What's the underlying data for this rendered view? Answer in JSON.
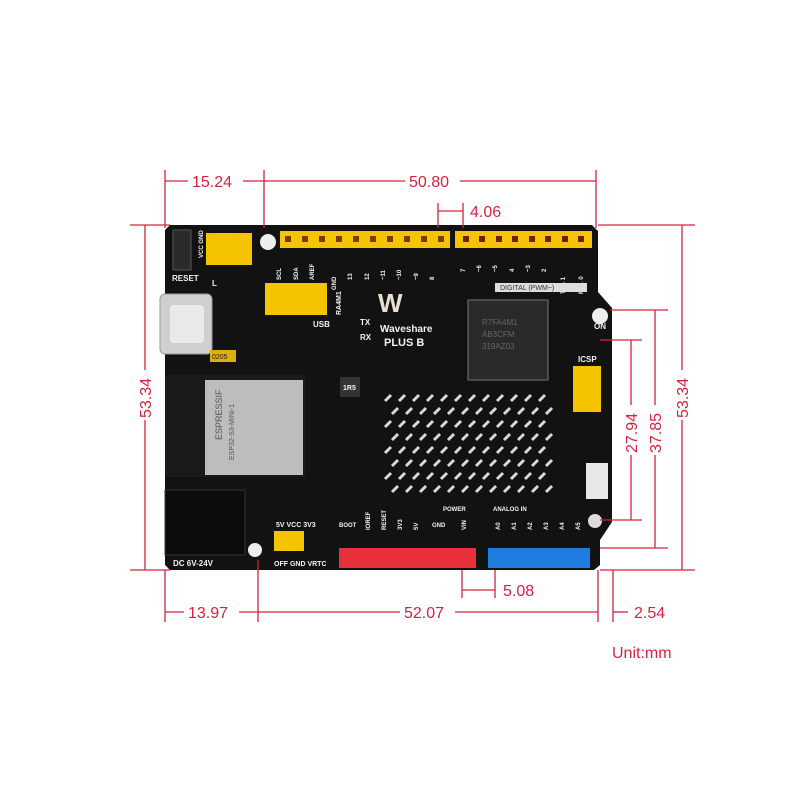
{
  "dimensions": {
    "top_left": "15.24",
    "top_main": "50.80",
    "top_small": "4.06",
    "left_height": "53.34",
    "right_height": "53.34",
    "right_mid": "37.85",
    "right_inner": "27.94",
    "bottom_left": "13.97",
    "bottom_main": "52.07",
    "bottom_right": "2.54",
    "bottom_small": "5.08",
    "unit": "Unit:mm"
  },
  "board": {
    "brand": "Waveshare",
    "model": "PLUS B",
    "reset": "RESET",
    "usb": "USB",
    "tx": "TX",
    "rx": "RX",
    "l": "L",
    "vcc_gnd": "VCC GND",
    "digital": "DIGITAL (PWM~)",
    "icsp": "ICSP",
    "on": "ON",
    "power": "POWER",
    "analog": "ANALOG IN",
    "dc": "DC 6V-24V",
    "jumper_top": "5V  VCC 3V3",
    "jumper_bottom": "OFF GND VRTC",
    "module_brand": "ESPRESSIF",
    "module_name": "ESP32-S3-MINI-1",
    "chip_lines": [
      "R7FA4M1",
      "AB3CFM",
      "319AZ03"
    ],
    "part_0205": "0205",
    "inductor": "1R5",
    "top_left_pins": [
      "SCL",
      "SDA",
      "AREF",
      "GND",
      "13",
      "12",
      "~11",
      "~10",
      "~9",
      "8"
    ],
    "top_right_pins": [
      "7",
      "~6",
      "~5",
      "4",
      "~3",
      "2",
      "TX→1",
      "RX←0"
    ],
    "power_pins": [
      "BOOT",
      "IOREF",
      "RESET",
      "3V3",
      "5V",
      "GND",
      "",
      "VIN"
    ],
    "analog_pins": [
      "A0",
      "A1",
      "A2",
      "A3",
      "A4",
      "A5"
    ],
    "i2c_header": "RA4M1"
  },
  "colors": {
    "dimension": "#d4243d",
    "pcb": "#121212",
    "header_yellow": "#f5c400",
    "header_red": "#e8303a",
    "header_blue": "#1f7de0"
  }
}
